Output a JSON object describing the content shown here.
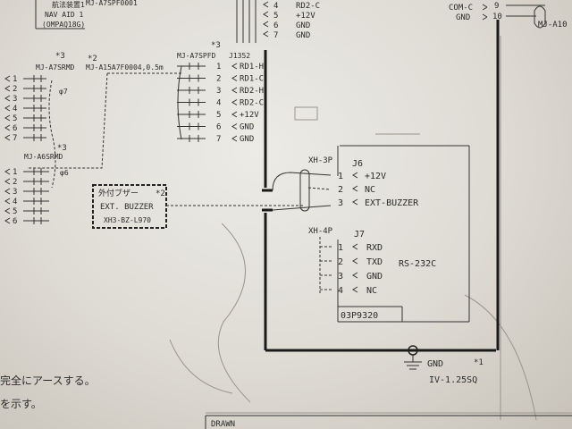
{
  "top_left": {
    "line1": "航法装置1",
    "line2": "NAV AID 1",
    "line3": "(OMPAQ18G)"
  },
  "top_label": "MJ-A7SPF0001",
  "top_pins": [
    {
      "n": "4",
      "sig": "RD2-C"
    },
    {
      "n": "5",
      "sig": "+12V"
    },
    {
      "n": "6",
      "sig": "GND"
    },
    {
      "n": "7",
      "sig": "GND"
    }
  ],
  "top_right": {
    "com": "COM-C",
    "gnd": "GND",
    "pin9": "9",
    "pin10": "10",
    "tag": "MJ-A10"
  },
  "left_block": {
    "star3": "*3",
    "label": "MJ-A7SRMD",
    "phi7": "φ7",
    "star2": "*2",
    "cable": "MJ-A15A7F0004,0.5m",
    "pins": [
      "1",
      "2",
      "3",
      "4",
      "5",
      "6",
      "7"
    ]
  },
  "lower_left": {
    "star3": "*3",
    "label": "MJ-A6SRMD",
    "phi6": "φ6",
    "pins": [
      "1",
      "2",
      "3",
      "4",
      "5",
      "6"
    ]
  },
  "j1352": {
    "star3": "*3",
    "plug": "MJ-A7SPFD",
    "name": "J1352",
    "pins": [
      {
        "n": "1",
        "sig": "RD1-H"
      },
      {
        "n": "2",
        "sig": "RD1-C"
      },
      {
        "n": "3",
        "sig": "RD2-H"
      },
      {
        "n": "4",
        "sig": "RD2-C"
      },
      {
        "n": "5",
        "sig": "+12V"
      },
      {
        "n": "6",
        "sig": "GND"
      },
      {
        "n": "7",
        "sig": "GND"
      }
    ]
  },
  "buzzer": {
    "jp": "外付ブザー",
    "star2": "*2",
    "en": "EXT. BUZZER",
    "model": "XH3-BZ-L970"
  },
  "j6": {
    "housing": "XH-3P",
    "name": "J6",
    "pins": [
      {
        "n": "1",
        "sig": "+12V"
      },
      {
        "n": "2",
        "sig": "NC"
      },
      {
        "n": "3",
        "sig": "EXT-BUZZER"
      }
    ]
  },
  "j7": {
    "housing": "XH-4P",
    "name": "J7",
    "pins": [
      {
        "n": "1",
        "sig": "RXD"
      },
      {
        "n": "2",
        "sig": "TXD"
      },
      {
        "n": "3",
        "sig": "GND"
      },
      {
        "n": "4",
        "sig": "NC"
      }
    ],
    "protocol": "RS-232C"
  },
  "board": "03P9320",
  "ground": {
    "label": "GND",
    "star1": "*1",
    "wire": "IV-1.25SQ"
  },
  "notes": {
    "line1": "完全にアースする。",
    "line2": "を示す。"
  },
  "title_block": {
    "drawn": "DRAWN"
  }
}
